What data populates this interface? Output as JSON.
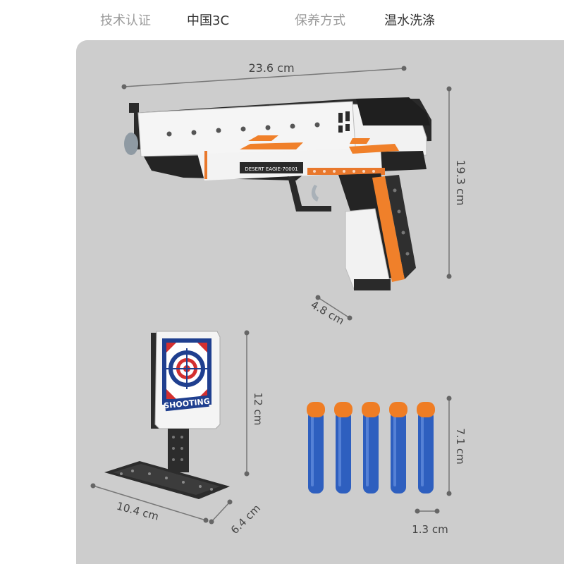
{
  "specs": {
    "certification_label": "技术认证",
    "certification_value": "中国3C",
    "care_label": "保养方式",
    "care_value": "温水洗涤"
  },
  "pistol": {
    "length": "23.6 cm",
    "height": "19.3 cm",
    "width": "4.8 cm",
    "side_text": "DESERT EAGIE-70001",
    "accent_color": "#f0802a"
  },
  "target": {
    "text": "SHOOTING",
    "height": "12 cm",
    "base_length": "10.4 cm",
    "base_width": "6.4 cm"
  },
  "darts": {
    "count": 5,
    "length": "7.1 cm",
    "diameter": "1.3 cm",
    "tip_color": "#ef7d24",
    "shaft_color": "#2e5fbf"
  }
}
